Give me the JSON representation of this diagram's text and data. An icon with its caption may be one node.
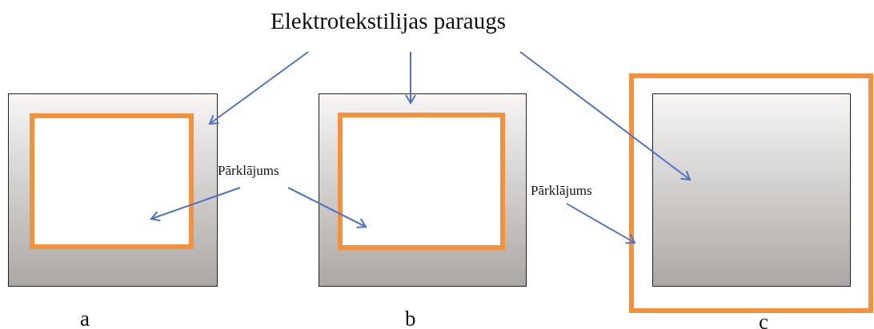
{
  "diagram": {
    "nodes": [
      {
        "text": [
          "Elektrotekstilijas paraugs"
        ]
      },
      {
        "text": [],
        "shape": "box"
      },
      {
        "text": [],
        "shape": "box",
        "in": 1
      },
      {
        "text": [
          "Pārklājums"
        ]
      },
      {
        "text": [],
        "shape": "box"
      },
      {
        "text": [],
        "shape": "box",
        "in": 4
      },
      {
        "text": [
          "Pārklājums"
        ]
      },
      {
        "text": [],
        "shape": "box"
      },
      {
        "text": [],
        "shape": "box",
        "in": 7
      }
    ],
    "edges": [
      {
        "from": 0,
        "to": 1,
        "arrow": "to"
      },
      {
        "from": 0,
        "to": 4,
        "arrow": "to"
      },
      {
        "from": 0,
        "to": 8,
        "arrow": "to"
      },
      {
        "from": 3,
        "to": 2,
        "arrow": "to"
      },
      {
        "from": 3,
        "to": 5,
        "arrow": "to"
      },
      {
        "from": 6,
        "to": 7,
        "arrow": "to"
      }
    ],
    "labels": [
      "a",
      "b",
      "c"
    ]
  }
}
